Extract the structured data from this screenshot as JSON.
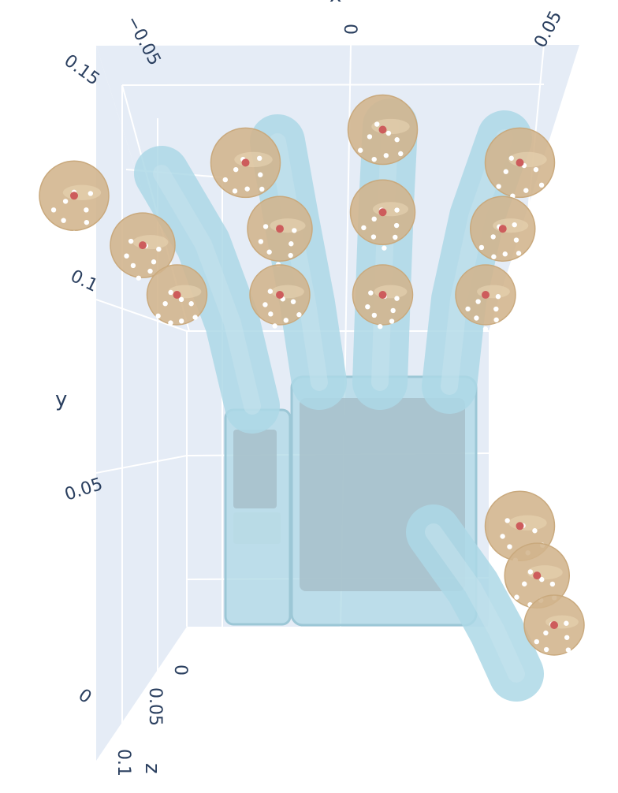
{
  "chart_data": {
    "type": "scatter3d",
    "title": "",
    "background_color": "#e5ecf6",
    "grid_color": "#ffffff",
    "capsule_color": "#add8e6",
    "sphere_color": "#d2b48c",
    "marker_color": "#ffffff",
    "center_color": "#cd5c5c",
    "axes": {
      "x": {
        "label": "x",
        "ticks": [
          "−0.05",
          "0",
          "0.05"
        ]
      },
      "y": {
        "label": "y",
        "ticks": [
          "0",
          "0.05",
          "0.1",
          "0.15"
        ]
      },
      "z": {
        "label": "z",
        "ticks": [
          "0",
          "0.05",
          "0.1"
        ]
      }
    },
    "sphere_centers": [
      {
        "x": -0.08,
        "y": 0.13
      },
      {
        "x": -0.06,
        "y": 0.115
      },
      {
        "x": -0.05,
        "y": 0.1
      },
      {
        "x": -0.03,
        "y": 0.14
      },
      {
        "x": -0.02,
        "y": 0.12
      },
      {
        "x": -0.02,
        "y": 0.1
      },
      {
        "x": 0.01,
        "y": 0.15
      },
      {
        "x": 0.01,
        "y": 0.125
      },
      {
        "x": 0.01,
        "y": 0.1
      },
      {
        "x": 0.05,
        "y": 0.14
      },
      {
        "x": 0.045,
        "y": 0.12
      },
      {
        "x": 0.04,
        "y": 0.1
      },
      {
        "x": 0.05,
        "y": 0.03
      },
      {
        "x": 0.055,
        "y": 0.015
      },
      {
        "x": 0.06,
        "y": 0.0
      }
    ]
  }
}
